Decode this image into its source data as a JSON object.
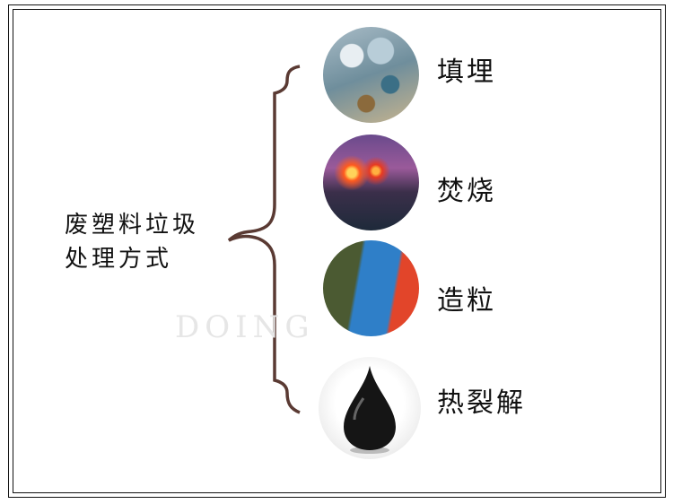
{
  "title_lines": [
    "废塑料垃圾",
    "处理方式"
  ],
  "methods": [
    {
      "label": "填埋",
      "image": "landfill-plastic-waste"
    },
    {
      "label": "焚烧",
      "image": "burning-garbage"
    },
    {
      "label": "造粒",
      "image": "plastic-pellets"
    },
    {
      "label": "热裂解",
      "image": "oil-drop"
    }
  ],
  "watermark": "DOING",
  "colors": {
    "brace": "#5a3a33",
    "text": "#111111"
  }
}
